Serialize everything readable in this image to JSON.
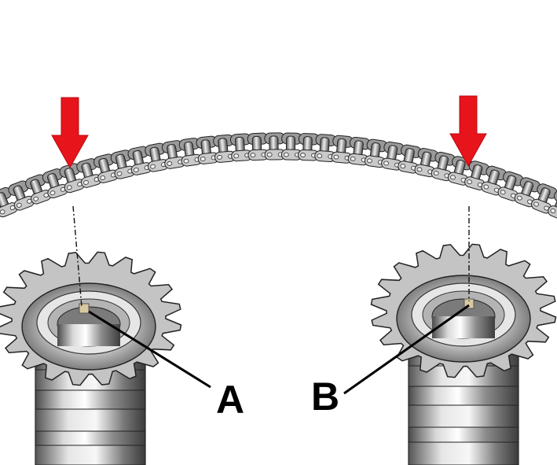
{
  "diagram": {
    "callouts": [
      {
        "id": "A",
        "label": "A"
      },
      {
        "id": "B",
        "label": "B"
      }
    ],
    "arrow_color": "#e8141b",
    "chain_color": "#8a8a8a",
    "sprocket_color": "#bdbdbd",
    "mark_color": "#d8c9a0",
    "icons": [
      "down-arrow-icon",
      "down-arrow-icon"
    ]
  }
}
